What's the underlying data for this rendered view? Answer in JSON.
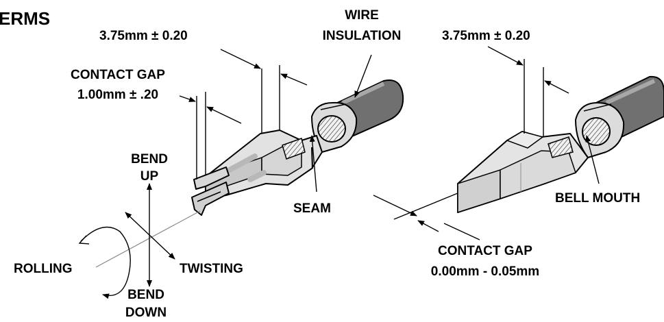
{
  "figure": {
    "header_fragment": "ERMS",
    "left_view": {
      "width_dim": "3.75mm ± 0.20",
      "wire_insulation_line1": "WIRE",
      "wire_insulation_line2": "INSULATION",
      "contact_gap_line1": "CONTACT GAP",
      "contact_gap_line2": "1.00mm ± .20",
      "seam": "SEAM",
      "bend_up_line1": "BEND",
      "bend_up_line2": "UP",
      "bend_down_line1": "BEND",
      "bend_down_line2": "DOWN",
      "rolling": "ROLLING",
      "twisting": "TWISTING"
    },
    "right_view": {
      "width_dim": "3.75mm ± 0.20",
      "bell_mouth": "BELL MOUTH",
      "contact_gap_line1": "CONTACT GAP",
      "contact_gap_line2": "0.00mm - 0.05mm"
    },
    "colors": {
      "wire_insulation": "#707070",
      "wire_insulation_light": "#a8a8a8",
      "terminal_light": "#e6e6e6",
      "terminal_mid": "#c8c8c8",
      "terminal_dark": "#9a9a9a",
      "line": "#000000"
    }
  }
}
